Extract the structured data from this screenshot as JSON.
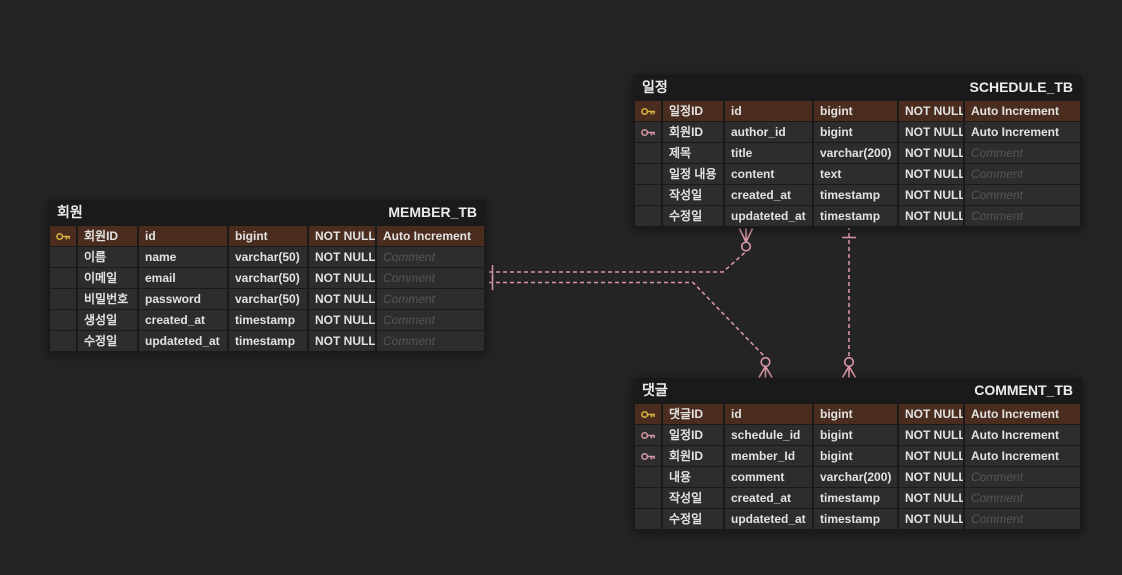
{
  "canvas": {
    "background": "#242424",
    "colors": {
      "table_bg": "#1a1a1a",
      "cell_bg": "#2d2d2d",
      "pk_row_bg": "#4a2d1e",
      "text": "#e2e2e2",
      "comment_text": "#565656",
      "relationship_line": "#d795a5",
      "pk_key_color": "#d9b441",
      "fk_key_color": "#d795a5"
    },
    "icons": {
      "primary_key": "key-icon",
      "foreign_key": "key-icon"
    }
  },
  "tables": [
    {
      "id": "member",
      "logical_name": "회원",
      "physical_name": "MEMBER_TB",
      "columns": [
        {
          "key": "pk",
          "name": "회원ID",
          "physical": "id",
          "type": "bigint",
          "constraint": "NOT NULL",
          "extra": "Auto Increment",
          "comment_placeholder": false
        },
        {
          "key": "none",
          "name": "이름",
          "physical": "name",
          "type": "varchar(50)",
          "constraint": "NOT NULL",
          "extra": "Comment",
          "comment_placeholder": true
        },
        {
          "key": "none",
          "name": "이메일",
          "physical": "email",
          "type": "varchar(50)",
          "constraint": "NOT NULL",
          "extra": "Comment",
          "comment_placeholder": true
        },
        {
          "key": "none",
          "name": "비밀번호",
          "physical": "password",
          "type": "varchar(50)",
          "constraint": "NOT NULL",
          "extra": "Comment",
          "comment_placeholder": true
        },
        {
          "key": "none",
          "name": "생성일",
          "physical": "created_at",
          "type": "timestamp",
          "constraint": "NOT NULL",
          "extra": "Comment",
          "comment_placeholder": true
        },
        {
          "key": "none",
          "name": "수정일",
          "physical": "updateted_at",
          "type": "timestamp",
          "constraint": "NOT NULL",
          "extra": "Comment",
          "comment_placeholder": true
        }
      ]
    },
    {
      "id": "schedule",
      "logical_name": "일정",
      "physical_name": "SCHEDULE_TB",
      "columns": [
        {
          "key": "pk",
          "name": "일정ID",
          "physical": "id",
          "type": "bigint",
          "constraint": "NOT NULL",
          "extra": "Auto Increment",
          "comment_placeholder": false
        },
        {
          "key": "fk",
          "name": "회원ID",
          "physical": "author_id",
          "type": "bigint",
          "constraint": "NOT NULL",
          "extra": "Auto Increment",
          "comment_placeholder": false
        },
        {
          "key": "none",
          "name": "제목",
          "physical": "title",
          "type": "varchar(200)",
          "constraint": "NOT NULL",
          "extra": "Comment",
          "comment_placeholder": true
        },
        {
          "key": "none",
          "name": "일정 내용",
          "physical": "content",
          "type": "text",
          "constraint": "NOT NULL",
          "extra": "Comment",
          "comment_placeholder": true
        },
        {
          "key": "none",
          "name": "작성일",
          "physical": "created_at",
          "type": "timestamp",
          "constraint": "NOT NULL",
          "extra": "Comment",
          "comment_placeholder": true
        },
        {
          "key": "none",
          "name": "수정일",
          "physical": "updateted_at",
          "type": "timestamp",
          "constraint": "NOT NULL",
          "extra": "Comment",
          "comment_placeholder": true
        }
      ]
    },
    {
      "id": "comment",
      "logical_name": "댓글",
      "physical_name": "COMMENT_TB",
      "columns": [
        {
          "key": "pk",
          "name": "댓글ID",
          "physical": "id",
          "type": "bigint",
          "constraint": "NOT NULL",
          "extra": "Auto Increment",
          "comment_placeholder": false
        },
        {
          "key": "fk",
          "name": "일정ID",
          "physical": "schedule_id",
          "type": "bigint",
          "constraint": "NOT NULL",
          "extra": "Auto Increment",
          "comment_placeholder": false
        },
        {
          "key": "fk",
          "name": "회원ID",
          "physical": "member_Id",
          "type": "bigint",
          "constraint": "NOT NULL",
          "extra": "Auto Increment",
          "comment_placeholder": false
        },
        {
          "key": "none",
          "name": "내용",
          "physical": "comment",
          "type": "varchar(200)",
          "constraint": "NOT NULL",
          "extra": "Comment",
          "comment_placeholder": true
        },
        {
          "key": "none",
          "name": "작성일",
          "physical": "created_at",
          "type": "timestamp",
          "constraint": "NOT NULL",
          "extra": "Comment",
          "comment_placeholder": true
        },
        {
          "key": "none",
          "name": "수정일",
          "physical": "updateted_at",
          "type": "timestamp",
          "constraint": "NOT NULL",
          "extra": "Comment",
          "comment_placeholder": true
        }
      ]
    }
  ],
  "relationships": [
    {
      "from": "MEMBER_TB",
      "to": "SCHEDULE_TB",
      "from_cardinality": "one",
      "to_cardinality": "zero-or-many",
      "line_style": "dashed"
    },
    {
      "from": "MEMBER_TB",
      "to": "COMMENT_TB",
      "from_cardinality": "one",
      "to_cardinality": "zero-or-many",
      "line_style": "dashed"
    },
    {
      "from": "SCHEDULE_TB",
      "to": "COMMENT_TB",
      "from_cardinality": "one",
      "to_cardinality": "zero-or-many",
      "line_style": "dashed"
    }
  ]
}
